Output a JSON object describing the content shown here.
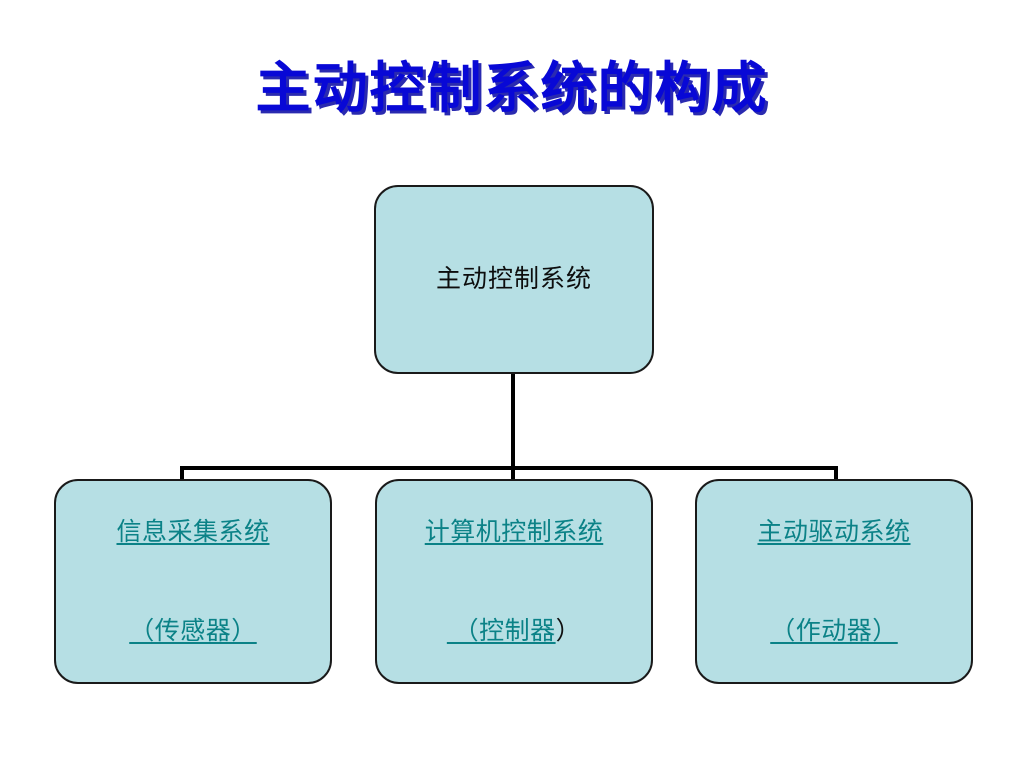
{
  "slide": {
    "title": "主动控制系统的构成",
    "title_color": "#0808d6",
    "background_color": "#ffffff"
  },
  "theme": {
    "box_fill": "#b6dfe4",
    "box_border": "#1a1a1a",
    "child_text_color": "#0b8287",
    "root_text_color": "#0d0d0d",
    "connector_color": "#000000"
  },
  "diagram": {
    "type": "org-chart",
    "root": {
      "label": "主动控制系统"
    },
    "children": [
      {
        "line1": "信息采集系统",
        "line2": "（传感器）",
        "line2_underlined": true,
        "line2_trailing_plain": ""
      },
      {
        "line1": "计算机控制系统",
        "line2": " （控制器",
        "line2_underlined": true,
        "line2_trailing_plain": "）"
      },
      {
        "line1": "主动驱动系统",
        "line2": "（作动器）",
        "line2_underlined": true,
        "line2_trailing_plain": ""
      }
    ]
  }
}
